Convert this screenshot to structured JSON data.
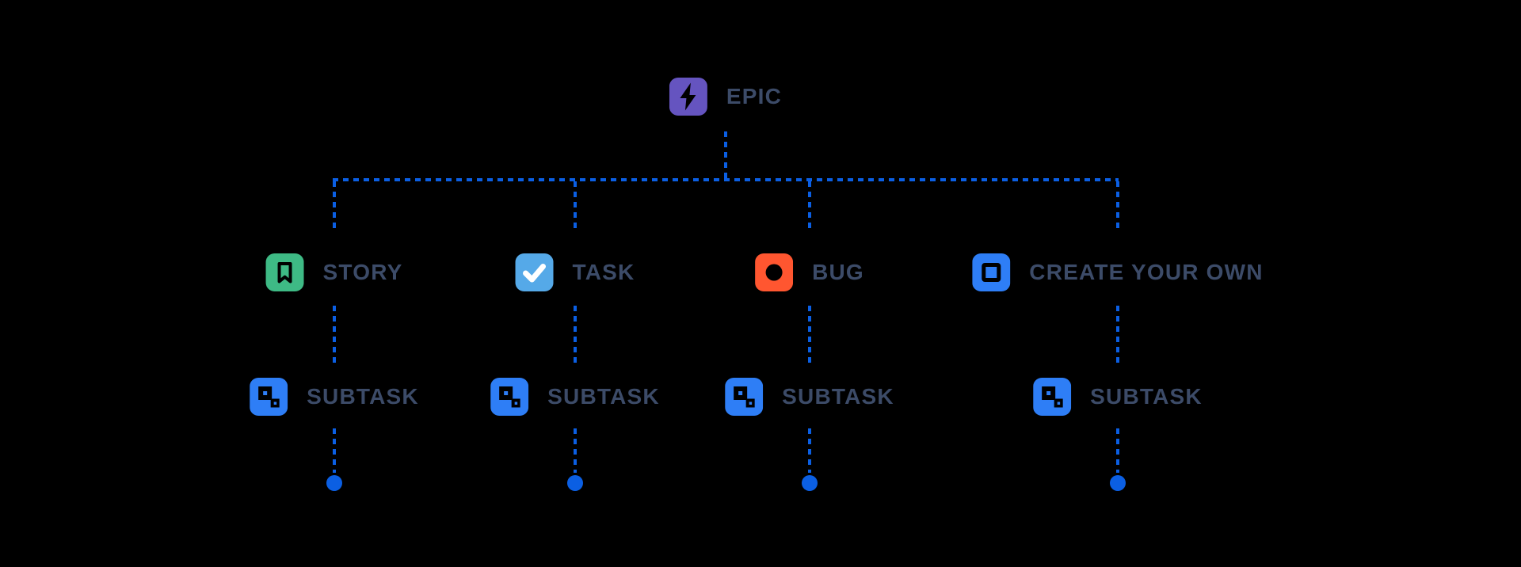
{
  "diagram": {
    "colors": {
      "background": "#000000",
      "connector": "#0B5FE3",
      "label_text": "#3C4B68",
      "glyph_cutout": "#000000",
      "task_check": "#FFFFFF"
    },
    "root": {
      "label": "EPIC",
      "icon": "epic-lightning-icon",
      "icon_color": "#6554C0"
    },
    "children": [
      {
        "label": "STORY",
        "icon": "story-bookmark-icon",
        "icon_color": "#3EBA85"
      },
      {
        "label": "TASK",
        "icon": "task-checkmark-icon",
        "icon_color": "#55A9E8"
      },
      {
        "label": "BUG",
        "icon": "bug-circle-icon",
        "icon_color": "#FF5630"
      },
      {
        "label": "CREATE YOUR OWN",
        "icon": "create-your-own-square-icon",
        "icon_color": "#2E7EF6"
      }
    ],
    "subtasks": [
      {
        "label": "SUBTASK",
        "icon": "subtask-icon",
        "icon_color": "#2E7EF6"
      },
      {
        "label": "SUBTASK",
        "icon": "subtask-icon",
        "icon_color": "#2E7EF6"
      },
      {
        "label": "SUBTASK",
        "icon": "subtask-icon",
        "icon_color": "#2E7EF6"
      },
      {
        "label": "SUBTASK",
        "icon": "subtask-icon",
        "icon_color": "#2E7EF6"
      }
    ]
  }
}
